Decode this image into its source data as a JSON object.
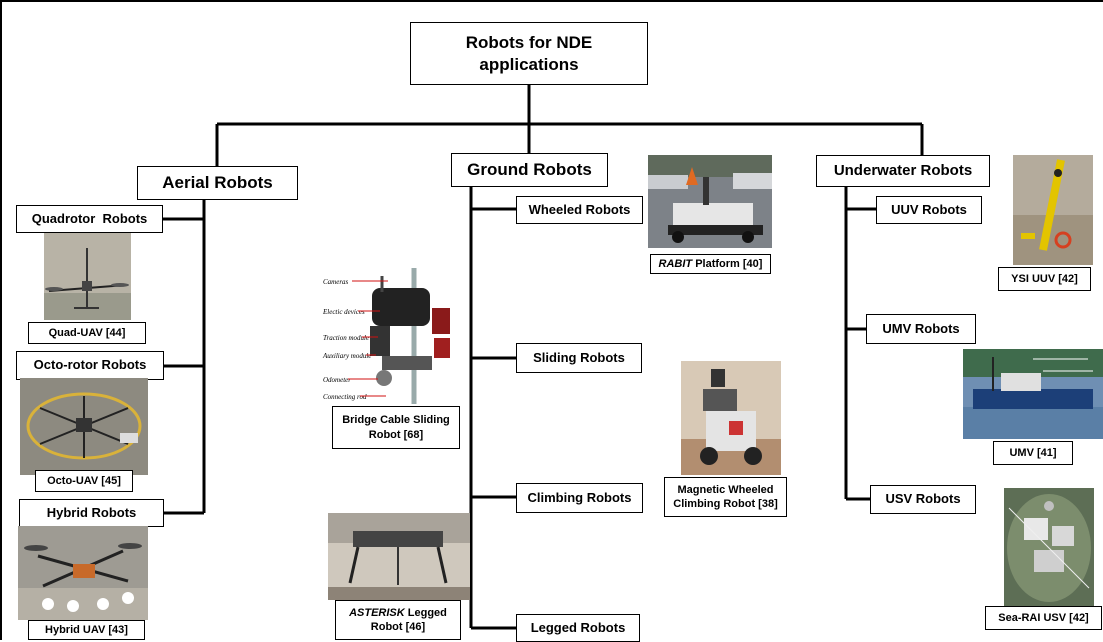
{
  "root": {
    "label_line1": "Robots for NDE",
    "label_line2": "applications"
  },
  "categories": {
    "aerial": "Aerial Robots",
    "ground": "Ground Robots",
    "underwater": "Underwater Robots"
  },
  "aerial": {
    "quadrotor": "Quadrotor  Robots",
    "octorotor": "Octo-rotor Robots",
    "hybrid": "Hybrid Robots",
    "quad_caption": "Quad-UAV [44]",
    "octo_caption": "Octo-UAV [45]",
    "hybrid_caption": "Hybrid UAV [43]"
  },
  "ground": {
    "wheeled": "Wheeled Robots",
    "sliding": "Sliding Robots",
    "climbing": "Climbing Robots",
    "legged": "Legged Robots",
    "rabit_caption_em": "RABIT",
    "rabit_caption_rest": " Platform [40]",
    "bridge_caption_line1": "Bridge Cable Sliding",
    "bridge_caption_line2": "Robot [68]",
    "magnetic_caption_line1": "Magnetic Wheeled",
    "magnetic_caption_line2": "Climbing Robot [38]",
    "asterisk_caption_em": "ASTERISK",
    "asterisk_caption_rest": " Legged",
    "asterisk_caption_line2": "Robot [46]",
    "bridge_annotations": [
      "Cameras",
      "Electic devices",
      "Traction module",
      "Auxiliary module",
      "Odometer",
      "Connecting rod"
    ]
  },
  "underwater": {
    "uuv": "UUV Robots",
    "umv": "UMV Robots",
    "usv": "USV Robots",
    "ysi_caption": "YSI UUV [42]",
    "umv_caption": "UMV [41]",
    "searai_caption": "Sea-RAI USV [42]"
  },
  "colors": {
    "line": "#000000",
    "box_border": "#000000",
    "background": "#ffffff"
  }
}
